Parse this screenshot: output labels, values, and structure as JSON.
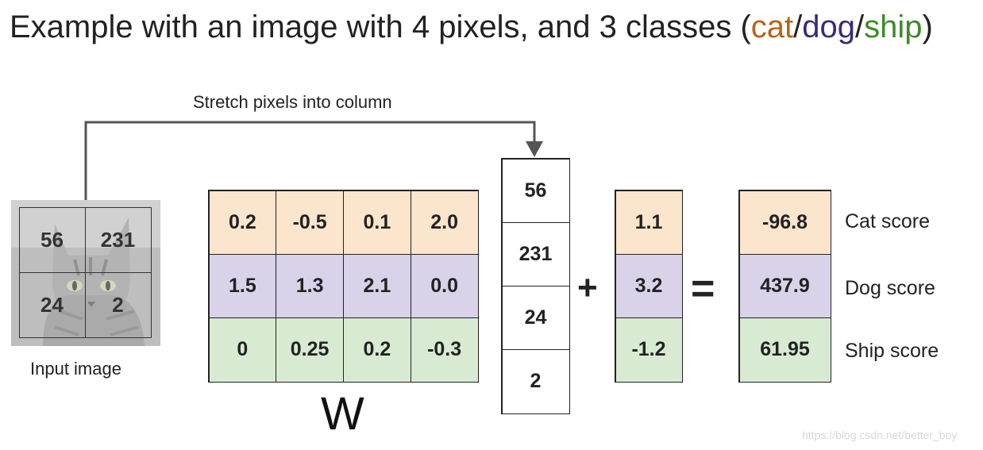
{
  "title": {
    "prefix": "Example with an image with 4 pixels, and 3 classes (",
    "cat": "cat",
    "sep1": "/",
    "dog": "dog",
    "sep2": "/",
    "ship": "ship",
    "suffix": ")"
  },
  "colors": {
    "cat": "#b8621a",
    "dog": "#3d2a78",
    "ship": "#3f8a2a",
    "cat_row": "#fce5cd",
    "dog_row": "#d9d2e9",
    "ship_row": "#d9ead3"
  },
  "stretch_label": "Stretch pixels into column",
  "input_image": {
    "label": "Input image",
    "pixels": [
      "56",
      "231",
      "24",
      "2"
    ]
  },
  "weights": {
    "label": "W",
    "rows": [
      [
        "0.2",
        "-0.5",
        "0.1",
        "2.0"
      ],
      [
        "1.5",
        "1.3",
        "2.1",
        "0.0"
      ],
      [
        "0",
        "0.25",
        "0.2",
        "-0.3"
      ]
    ]
  },
  "pixel_column": [
    "56",
    "231",
    "24",
    "2"
  ],
  "plus": "+",
  "bias": [
    "1.1",
    "3.2",
    "-1.2"
  ],
  "equals": "=",
  "scores": [
    "-96.8",
    "437.9",
    "61.95"
  ],
  "score_labels": [
    "Cat score",
    "Dog score",
    "Ship score"
  ],
  "watermark": "https://blog.csdn.net/better_boy"
}
